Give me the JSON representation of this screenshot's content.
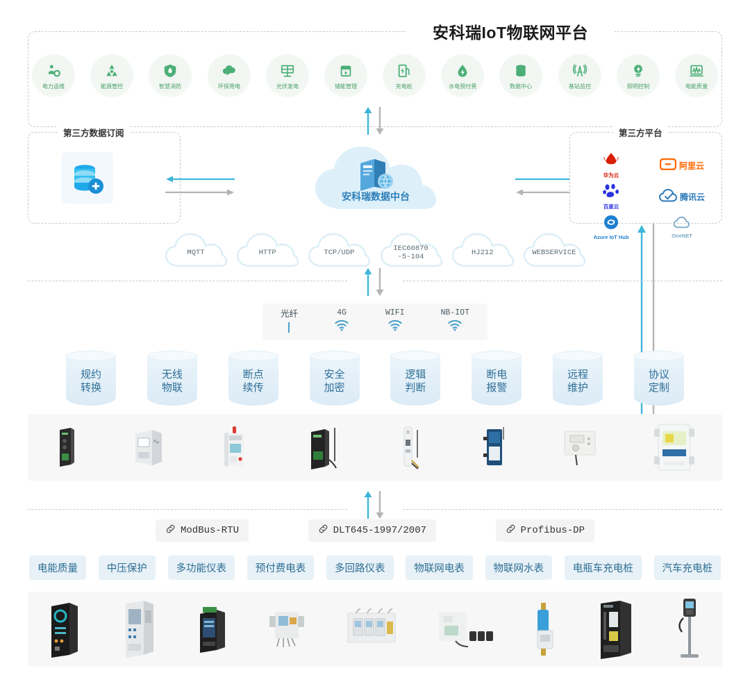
{
  "platform": {
    "title": "安科瑞IoT物联网平台",
    "apps": [
      {
        "label": "电力运维",
        "icon": "power-ops-icon"
      },
      {
        "label": "能源管控",
        "icon": "energy-control-icon"
      },
      {
        "label": "智慧消防",
        "icon": "smart-fire-icon"
      },
      {
        "label": "环保用电",
        "icon": "eco-power-icon"
      },
      {
        "label": "光伏发电",
        "icon": "solar-pv-icon"
      },
      {
        "label": "储能管理",
        "icon": "energy-storage-icon"
      },
      {
        "label": "充电桩",
        "icon": "charging-pile-icon"
      },
      {
        "label": "水电预付费",
        "icon": "prepaid-utility-icon"
      },
      {
        "label": "数据中心",
        "icon": "data-center-icon"
      },
      {
        "label": "基站监控",
        "icon": "base-station-icon"
      },
      {
        "label": "照明控制",
        "icon": "lighting-control-icon"
      },
      {
        "label": "电能质量",
        "icon": "power-quality-icon"
      }
    ]
  },
  "left_panel": {
    "caption": "第三方数据订阅",
    "icon": "database-add-icon"
  },
  "center": {
    "label": "安科瑞数据中台",
    "icon": "cloud-server-icon"
  },
  "right_panel": {
    "caption": "第三方平台",
    "platforms": [
      {
        "name": "华为云",
        "icon": "huawei-cloud-icon",
        "color": "#d81e06",
        "style": "stacked"
      },
      {
        "name": "阿里云",
        "icon": "aliyun-icon",
        "color": "#ff6a00",
        "style": "inline"
      },
      {
        "name": "百度云",
        "icon": "baidu-cloud-icon",
        "color": "#2932e1",
        "style": "stacked"
      },
      {
        "name": "腾讯云",
        "icon": "tencent-cloud-icon",
        "color": "#2c7ab8",
        "style": "inline"
      },
      {
        "name": "Azure IoT Hub",
        "icon": "azure-iot-hub-icon",
        "color": "#1f7fd0",
        "style": "stacked"
      },
      {
        "name": "OneNET",
        "icon": "onenet-icon",
        "color": "#7aa8c6",
        "style": "stacked"
      }
    ]
  },
  "protocols": [
    {
      "line1": "MQTT",
      "line2": ""
    },
    {
      "line1": "HTTP",
      "line2": ""
    },
    {
      "line1": "TCP/UDP",
      "line2": ""
    },
    {
      "line1": "IEC60870",
      "line2": "-5-104"
    },
    {
      "line1": "HJ212",
      "line2": ""
    },
    {
      "line1": "WEBSERVICE",
      "line2": ""
    }
  ],
  "network": [
    {
      "label": "光纤",
      "icon": "fiber-optic-icon",
      "cn": true
    },
    {
      "label": "4G",
      "icon": "wifi-signal-icon",
      "cn": false
    },
    {
      "label": "WIFI",
      "icon": "wifi-signal-icon",
      "cn": false
    },
    {
      "label": "NB-IOT",
      "icon": "wifi-signal-icon",
      "cn": false
    }
  ],
  "features": [
    {
      "line1": "规约",
      "line2": "转换"
    },
    {
      "line1": "无线",
      "line2": "物联"
    },
    {
      "line1": "断点",
      "line2": "续传"
    },
    {
      "line1": "安全",
      "line2": "加密"
    },
    {
      "line1": "逻辑",
      "line2": "判断"
    },
    {
      "line1": "断电",
      "line2": "报警"
    },
    {
      "line1": "远程",
      "line2": "维护"
    },
    {
      "line1": "协议",
      "line2": "定制"
    }
  ],
  "gateway_devices": [
    {
      "name": "edge-gateway-black"
    },
    {
      "name": "din-rail-module-white"
    },
    {
      "name": "din-rail-meter-gateway"
    },
    {
      "name": "industrial-router-antenna"
    },
    {
      "name": "slim-antenna-gateway"
    },
    {
      "name": "blue-panel-gateway"
    },
    {
      "name": "wall-mount-controller"
    },
    {
      "name": "lcd-wall-terminal"
    }
  ],
  "bus_protocols": [
    {
      "label": "ModBus-RTU",
      "icon": "link-icon"
    },
    {
      "label": "DLT645-1997/2007",
      "icon": "link-icon"
    },
    {
      "label": "Profibus-DP",
      "icon": "link-icon"
    }
  ],
  "categories": [
    "电能质量",
    "中压保护",
    "多功能仪表",
    "预付费电表",
    "多回路仪表",
    "物联网电表",
    "物联网水表",
    "电瓶车充电桩",
    "汽车充电桩"
  ],
  "field_devices": [
    {
      "name": "power-quality-analyzer"
    },
    {
      "name": "medium-voltage-relay"
    },
    {
      "name": "multifunction-meter"
    },
    {
      "name": "prepaid-meter-module"
    },
    {
      "name": "multi-circuit-meter"
    },
    {
      "name": "iot-meter-with-ct"
    },
    {
      "name": "iot-water-meter"
    },
    {
      "name": "ebike-charging-station"
    },
    {
      "name": "ev-charging-pile"
    }
  ],
  "colors": {
    "accent_blue": "#3fb6d9",
    "accent_gray": "#b4b4b4",
    "app_green": "#4caf77",
    "feature_blue": "#2f6f96",
    "chip_blue": "#2d6d93"
  }
}
